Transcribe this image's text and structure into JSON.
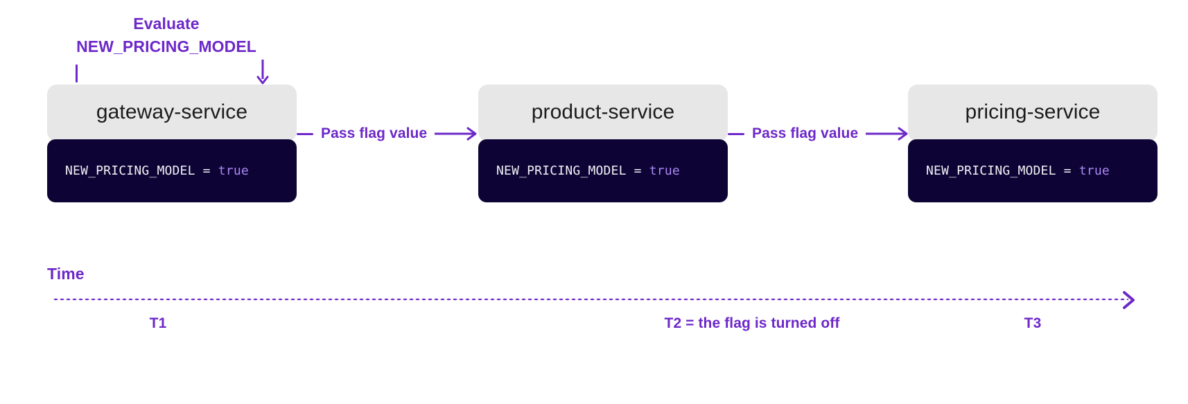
{
  "theme": {
    "background": "#ffffff",
    "accent_purple": "#6d28c9",
    "card_header_bg": "#e7e7e7",
    "code_bg": "#0d0435",
    "code_text": "#f2f2f6",
    "code_value": "#ab87f5",
    "card_title_color": "#1c1c1c"
  },
  "annotation": {
    "line1": "Evaluate",
    "line2": "NEW_PRICING_MODEL"
  },
  "services": [
    {
      "id": "gateway",
      "title": "gateway-service",
      "code_key": "NEW_PRICING_MODEL",
      "code_operator": " = ",
      "code_value": "true"
    },
    {
      "id": "product",
      "title": "product-service",
      "code_key": "NEW_PRICING_MODEL",
      "code_operator": " = ",
      "code_value": "true"
    },
    {
      "id": "pricing",
      "title": "pricing-service",
      "code_key": "NEW_PRICING_MODEL",
      "code_operator": " = ",
      "code_value": "true"
    }
  ],
  "connectors": [
    {
      "id": "gateway-to-product",
      "label": "Pass flag value"
    },
    {
      "id": "product-to-pricing",
      "label": "Pass flag value"
    }
  ],
  "timeline": {
    "axis_label": "Time",
    "marks": [
      {
        "id": "t1",
        "label": "T1"
      },
      {
        "id": "t2",
        "label": "T2 = the flag is turned off"
      },
      {
        "id": "t3",
        "label": "T3"
      }
    ]
  }
}
